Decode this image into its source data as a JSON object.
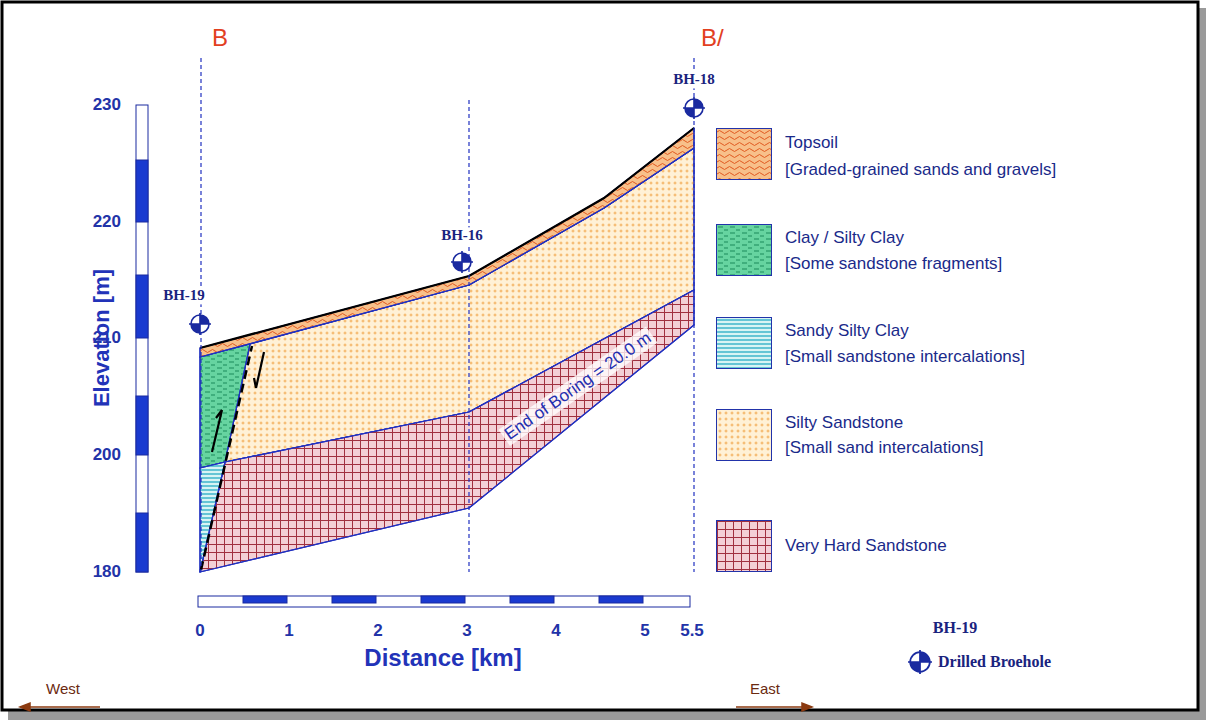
{
  "diagram": {
    "labels": [
      "B",
      "B/",
      "BH-18",
      "BH-16",
      "BH-19",
      "230",
      "220",
      "210",
      "200",
      "180",
      "Elevation [m]",
      "End of Boring = 20.0 m",
      "0",
      "1",
      "2",
      "3",
      "4",
      "5",
      "5.5",
      "Distance [km]",
      "West",
      "East",
      "[Graded-grained sands and gravels]",
      "[Some sandstone fragments]",
      "[Small sandstone intercalations]",
      "[Small sand intercalations]",
      "BH-19"
    ],
    "legend": [
      {
        "text": "Topsoil",
        "color": "#f8c08a"
      },
      {
        "text": "Clay / Silty Clay",
        "color": "#66d4a0"
      },
      {
        "text": "Sandy Silty Clay",
        "color": "#d8f4f4"
      },
      {
        "text": "Silty Sandstone",
        "color": "#fff1d6"
      },
      {
        "text": "Very Hard Sandstone",
        "color": "#f3d0d6"
      },
      {
        "text": "Drilled Broehole"
      }
    ]
  }
}
